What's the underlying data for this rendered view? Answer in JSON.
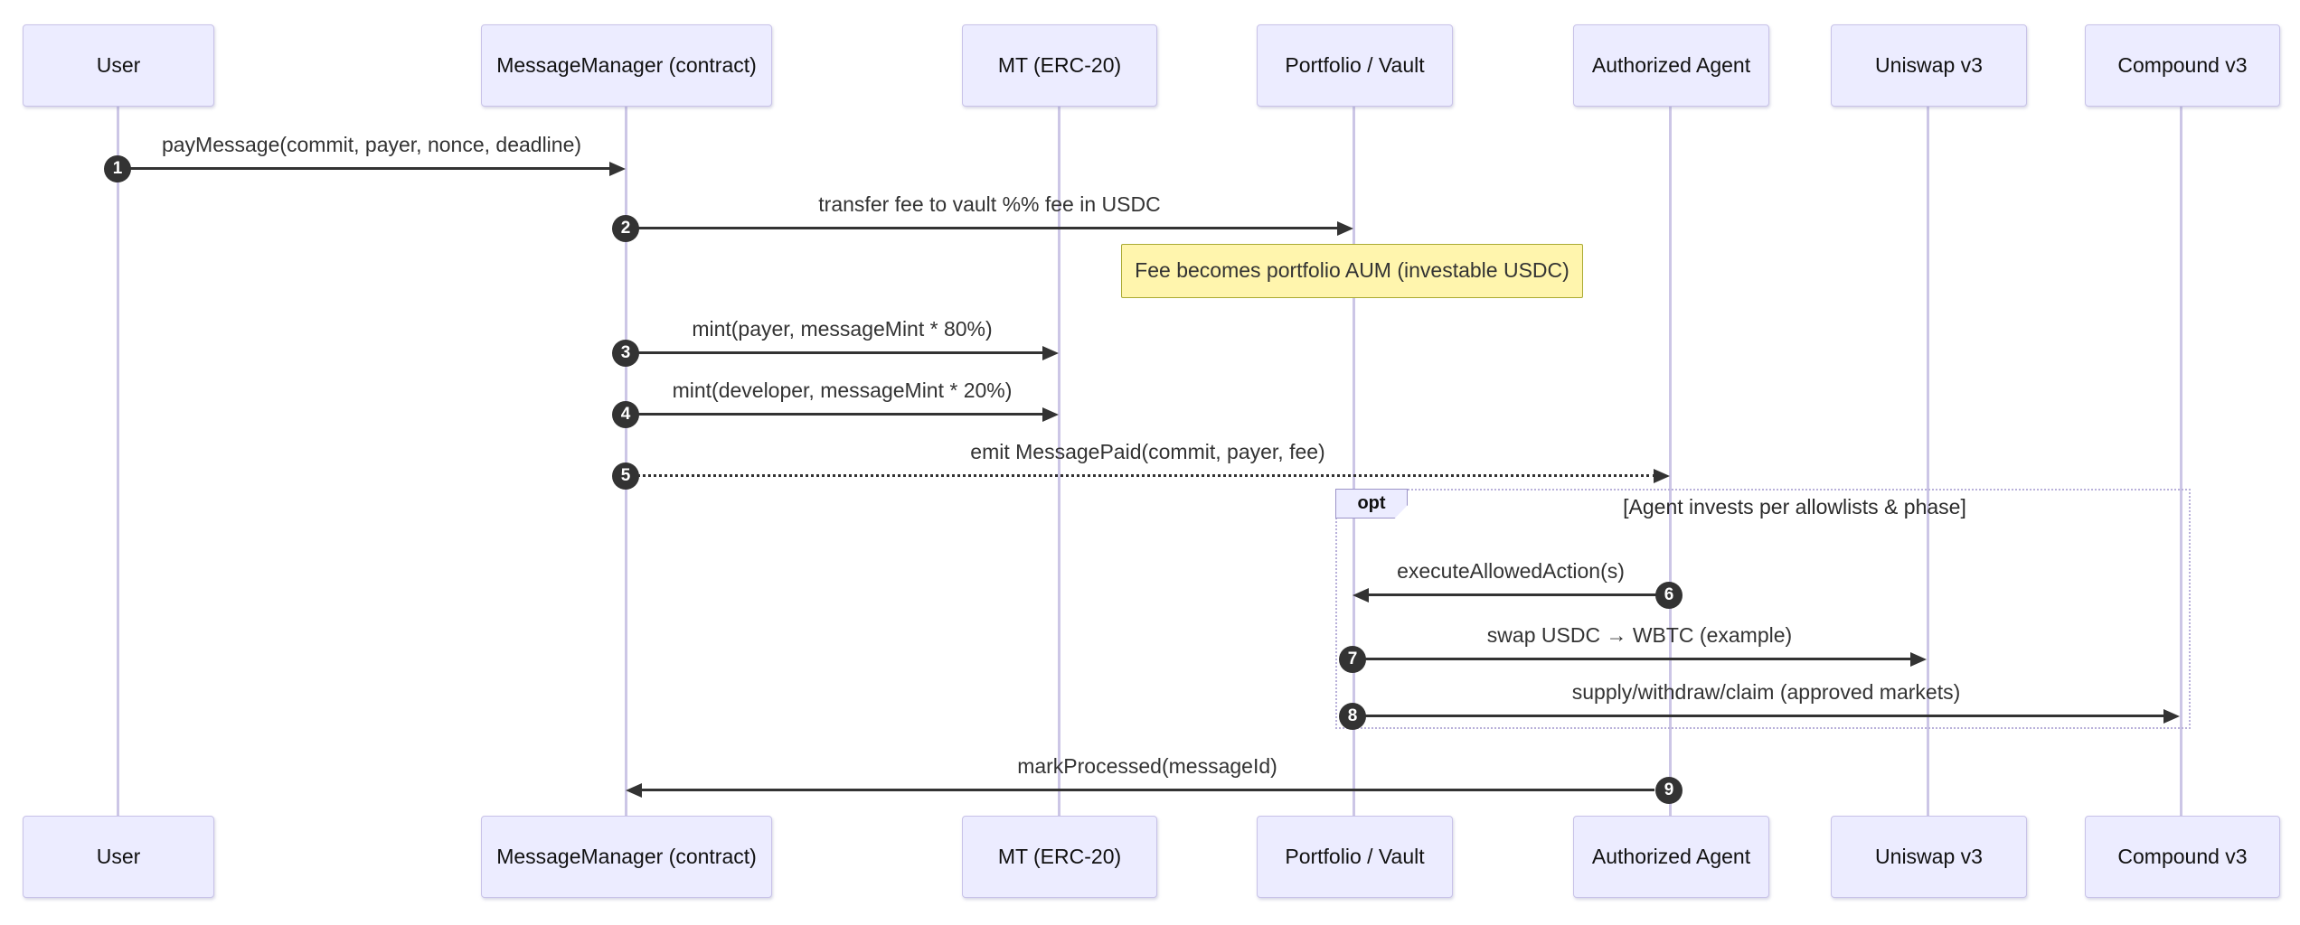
{
  "diagram": {
    "type": "sequence-diagram",
    "actors": [
      {
        "label": "User"
      },
      {
        "label": "MessageManager (contract)"
      },
      {
        "label": "MT (ERC-20)"
      },
      {
        "label": "Portfolio / Vault"
      },
      {
        "label": "Authorized Agent"
      },
      {
        "label": "Uniswap v3"
      },
      {
        "label": "Compound v3"
      }
    ],
    "messages": [
      {
        "num": "1",
        "text": "payMessage(commit, payer, nonce, deadline)",
        "from": "User",
        "to": "MessageManager (contract)",
        "line": "solid",
        "direction": "right"
      },
      {
        "num": "2",
        "text": "transfer fee to vault %% fee in USDC",
        "from": "MessageManager (contract)",
        "to": "Portfolio / Vault",
        "line": "solid",
        "direction": "right"
      },
      {
        "num": "3",
        "text": "mint(payer, messageMint * 80%)",
        "from": "MessageManager (contract)",
        "to": "MT (ERC-20)",
        "line": "solid",
        "direction": "right"
      },
      {
        "num": "4",
        "text": "mint(developer, messageMint * 20%)",
        "from": "MessageManager (contract)",
        "to": "MT (ERC-20)",
        "line": "solid",
        "direction": "right"
      },
      {
        "num": "5",
        "text": "emit MessagePaid(commit, payer, fee)",
        "from": "MessageManager (contract)",
        "to": "Authorized Agent",
        "line": "dotted",
        "direction": "right"
      },
      {
        "num": "6",
        "text": "executeAllowedAction(s)",
        "from": "Authorized Agent",
        "to": "Portfolio / Vault",
        "line": "solid",
        "direction": "left"
      },
      {
        "num": "7",
        "text": "swap USDC → WBTC (example)",
        "from": "Portfolio / Vault",
        "to": "Uniswap v3",
        "line": "solid",
        "direction": "right"
      },
      {
        "num": "8",
        "text": "supply/withdraw/claim (approved markets)",
        "from": "Portfolio / Vault",
        "to": "Compound v3",
        "line": "solid",
        "direction": "right"
      },
      {
        "num": "9",
        "text": "markProcessed(messageId)",
        "from": "Authorized Agent",
        "to": "MessageManager (contract)",
        "line": "solid",
        "direction": "left"
      }
    ],
    "note": {
      "text": "Fee becomes portfolio AUM (investable USDC)",
      "anchor": "Portfolio / Vault"
    },
    "fragment": {
      "label": "opt",
      "guard": "[Agent invests per allowlists & phase]"
    },
    "colors": {
      "background": "#FFFFFF",
      "actor_fill": "#ECECFF",
      "actor_border": "#C8C2E8",
      "actor_text": "#111111",
      "lifeline": "#CCC6E6",
      "arrow": "#333333",
      "message_text": "#333333",
      "note_fill": "#FFF5AD",
      "note_border": "#AAAA33",
      "note_text": "#333333",
      "fragment_border": "#B9B1DA",
      "fragment_label_fill": "#ECECFF",
      "fragment_label_border": "#9C94C8",
      "guard_text": "#2B2B2B",
      "number_fill": "#333333",
      "number_text": "#FFFFFF"
    }
  }
}
